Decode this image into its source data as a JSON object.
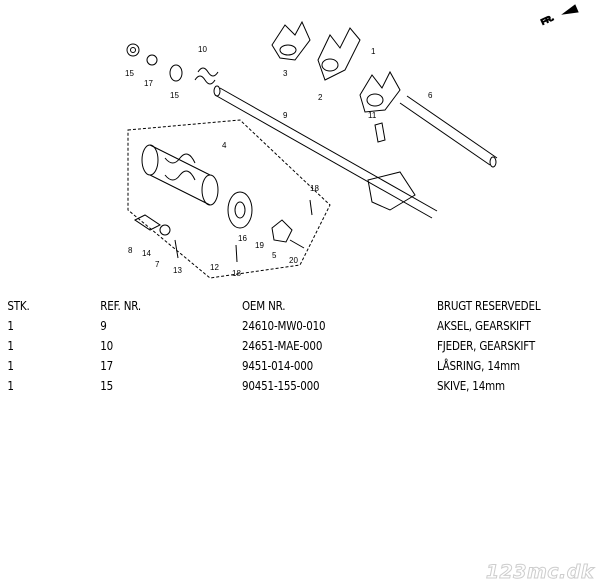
{
  "diagram": {
    "direction_marker": "FR.",
    "callouts": [
      "1",
      "2",
      "3",
      "4",
      "5",
      "6",
      "7",
      "8",
      "9",
      "10",
      "11",
      "12",
      "13",
      "14",
      "15",
      "15",
      "16",
      "17",
      "18",
      "18",
      "19",
      "20"
    ]
  },
  "table": {
    "headers": [
      "STK.",
      "REF. NR.",
      "OEM NR.",
      "BRUGT RESERVEDEL"
    ],
    "rows": [
      [
        "1",
        "9",
        "24610-MW0-010",
        "AKSEL, GEARSKIFT"
      ],
      [
        "1",
        "10",
        "24651-MAE-000",
        "FJEDER, GEARSKIFT"
      ],
      [
        "1",
        "17",
        "9451-014-000",
        "LÅSRING, 14mm"
      ],
      [
        "1",
        "15",
        "90451-155-000",
        "SKIVE, 14mm"
      ]
    ]
  },
  "watermark": "123mc.dk"
}
